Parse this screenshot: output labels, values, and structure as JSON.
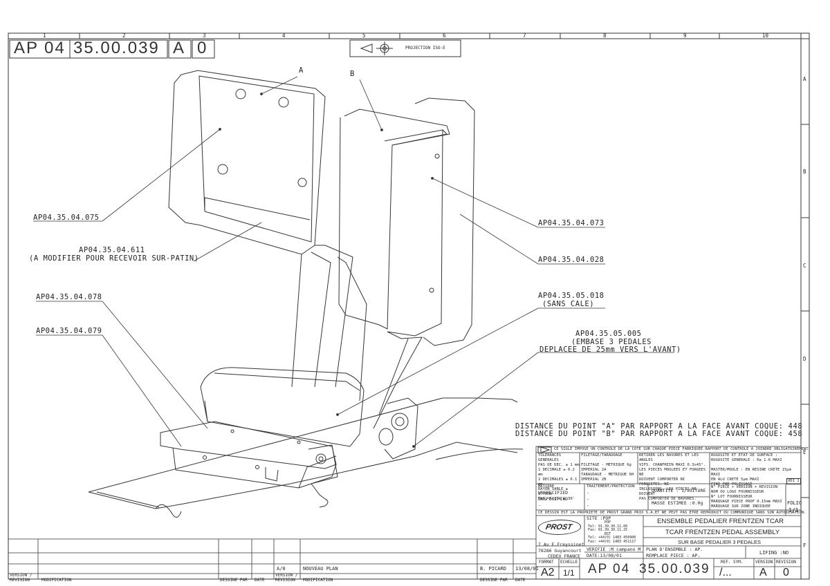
{
  "header": {
    "code": [
      "AP",
      "04",
      "35.00.039",
      "A",
      "0"
    ],
    "projection": "PROJECTION ISO-E",
    "column_numbers": [
      "1",
      "2",
      "3",
      "4",
      "5",
      "6",
      "7",
      "8",
      "9",
      "10"
    ],
    "row_letters": [
      "A",
      "B",
      "C",
      "D",
      "E",
      "F"
    ]
  },
  "callouts": {
    "point_a": "A",
    "point_b": "B",
    "p075": "AP04.35.04.075",
    "p611": "AP04.35.04.611",
    "p611_note": "(A MODIFIER POUR RECEVOIR SUR-PATIN)",
    "p078": "AP04.35.04.078",
    "p079": "AP04.35.04.079",
    "p073": "AP04.35.04.073",
    "p028": "AP04.35.04.028",
    "p5018": "AP04.35.05.018",
    "p5018_note": "(SANS CALE)",
    "p5005": "AP04.35.05.005",
    "p5005_note1": "(EMBASE 3 PEDALES",
    "p5005_note2": "DEPLACEE DE 25mm VERS L'AVANT)"
  },
  "distances": {
    "a": "DISTANCE DU POINT \"A\" PAR RAPPORT A LA FACE AVANT COQUE: 448",
    "b": "DISTANCE DU POINT \"B\" PAR RAPPORT A LA FACE AVANT COQUE: 458"
  },
  "title_block": {
    "control_note": "CE SIGLE IMPOSE UN CONTROLE DE LA COTE SUR CHAQUE PIECE FABRIQUEE.RAPPORT DE CONTROLE A JOINDRE OBLIGATOIREMENT.",
    "tolerances": [
      "TOLERANCES GENERALES",
      "PAS DE DEC.  ± 1  mm",
      "1 DECIMALE   ± 0.2 mm",
      "2 DECIMALES  ± 0.1 mm",
      "RAYON SABLE  ± 0.75mm",
      "Tol. Angle   ± 30'"
    ],
    "filetage": [
      "FILETAGE/TARAUDAGE",
      "",
      "FILETAGE - METRIQUE 6g",
      "         IMPERIAL 2A",
      "TARAUDAGE - METRIQUE 6H",
      "         IMPERIAL 2B"
    ],
    "bavures": [
      "RETIRER LES BAVURES ET LES ANGLES",
      "VIFS. CHANFREIN MAXI 0.3x45°.",
      "LES PIECES MOULEES ET FORGEES NE",
      "DOIVENT COMPORTER NI POROSITES, NI",
      "INCLUSIONS. LES PIECES NE DOIVENT",
      "PAS COMPORTER DE BAVURES."
    ],
    "rugosite": [
      "RUGOSITE ET ETAT DE SURFACE :",
      "RUGOSITE GENERALE : Ra 1.6 MAXI",
      "",
      "MASTER/MOULE : EN RESINE CRETE 15µm MAXI",
      "          EN ALU CRETE 5µm MAXI",
      "          FINI PAR POLISSAGE"
    ],
    "polissage_ref": "VDI 1",
    "matiere_label": "MATIERE",
    "matiere": [
      "UNSPECIFIED",
      "UNSPECIFIED",
      "-"
    ],
    "traitement_label": "TRAITEMENT/PROTECTION",
    "traitement": [
      "-",
      "-",
      "-"
    ],
    "quantite": "QUANTITE :  1/VOITURE",
    "masse": "MASSE ESTIMEE :0.0g",
    "piece_info": [
      "N° PIECE + VERSION + REVISION",
      "NOM OU LOGO FOURNISSEUR",
      "N° LOT FOURNISSEUR",
      "MARQUAGE PIECE PROF 0.15mm MAXI",
      "MARQUAGE SUR ZONE INDIQUEE"
    ],
    "folio_label": "FOLIO",
    "folio": "1/1",
    "propriete": "CE DESSIN EST LA PROPRIETE DE PROST GRAND PRIX S.A.ET NE PEUT PAS ETRE REPRODUIT OU COMMUNIQUE SANS SON AUTORISATION.",
    "site": "SITE :POP",
    "site_lines": [
      "POP",
      "Tel: 01.39.30.11.00",
      "Fax: 01.39.30.11.25",
      "BST",
      "Tel: +44(0) 1483 450900",
      "Fax: +44(0) 1483 451117"
    ],
    "logo": "PROST",
    "address": [
      "7 Av E.Freyssinet",
      "78286 Guyancourt",
      "CEDEX FRANCE"
    ],
    "verifie": "VERIFIE :M campano M",
    "date_label": "DATE:13/08/01",
    "title_fr": "ENSEMBLE PEDALIER FRENTZEN TCAR",
    "title_en": "TCAR FRENTZEN PEDAL ASSEMBLY",
    "subtitle": "SUR BASE PEDALIER 3 PEDALES",
    "plan": "PLAN D'ENSEMBLE : AP.",
    "remplace": "REMPLACE PIECE  : AP.",
    "lifing": "LIFING :NO",
    "format_label": "FORMAT",
    "format": "A2",
    "echelle_label": "ECHELLE",
    "echelle": "1/1",
    "code_bottom": [
      "AP",
      "04",
      "35.00.039"
    ],
    "ref_sym_label": "REF. SYM.",
    "ref_sym": "/...",
    "version_label": "VERSION",
    "version": "A",
    "revision_label": "REVISION",
    "revision": "0"
  },
  "revision_table": {
    "va": "A/0",
    "modification": "NOUVEAU PLAN",
    "dessine": "B. PICARD",
    "date": "13/08/01",
    "h_version": "VERSION /\nREVISION",
    "h_modification": "MODIFICATION",
    "h_dessine": "DESSINE PAR",
    "h_date": "DATE"
  }
}
